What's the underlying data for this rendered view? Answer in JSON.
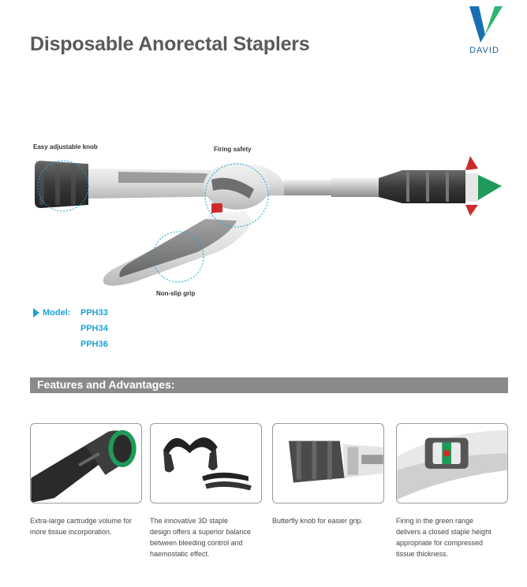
{
  "header": {
    "title": "Disposable Anorectal Staplers",
    "brand": "DAVID"
  },
  "product": {
    "callouts": [
      "Easy adjustable knob",
      "Firing safety",
      "Non-slip grip"
    ]
  },
  "models": {
    "label": "Model:",
    "items": [
      "PPH33",
      "PPH34",
      "PPH36"
    ]
  },
  "features": {
    "heading": "Features and Advantages:",
    "items": [
      "Extra-large cartrudge volume for more tissue incorporation.",
      "The innovative 3D staple design offers a superior balance between bleeding control and haemostatic effect.",
      "Butterfly knob for easier grip.",
      "Firing in the green range delivers a closed staple height appropriate for compressed tissue thickness."
    ]
  },
  "colors": {
    "accent_blue": "#1ba3d8",
    "safety_red": "#cc2b2b",
    "tip_green": "#1f9a5a",
    "bar_gray": "#8a8a8a"
  }
}
